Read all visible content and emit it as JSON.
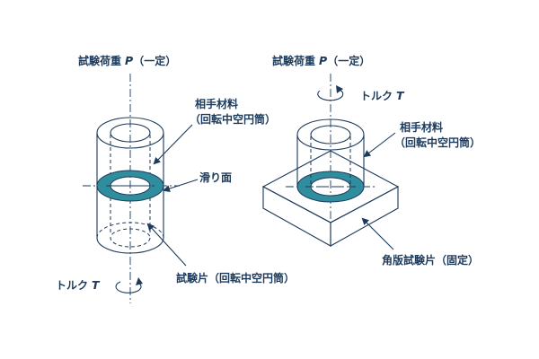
{
  "left": {
    "load_label_prefix": "試験荷重",
    "load_symbol": "P",
    "load_label_suffix": "（一定）",
    "upper_material_line1": "相手材料",
    "upper_material_line2": "（回転中空円筒）",
    "sliding_surface": "滑り面",
    "specimen_label": "試験片（回転中空円筒）",
    "torque_prefix": "トルク",
    "torque_symbol": "T"
  },
  "right": {
    "load_label_prefix": "試験荷重",
    "load_symbol": "P",
    "load_label_suffix": "（一定）",
    "torque_prefix": "トルク",
    "torque_symbol": "T",
    "upper_material_line1": "相手材料",
    "upper_material_line2": "（回転中空円筒）",
    "plate_label": "角版試験片（固定）"
  },
  "colors": {
    "line": "#1c3a5c",
    "contact_ring": "#2f8d9e",
    "background": "#ffffff"
  }
}
